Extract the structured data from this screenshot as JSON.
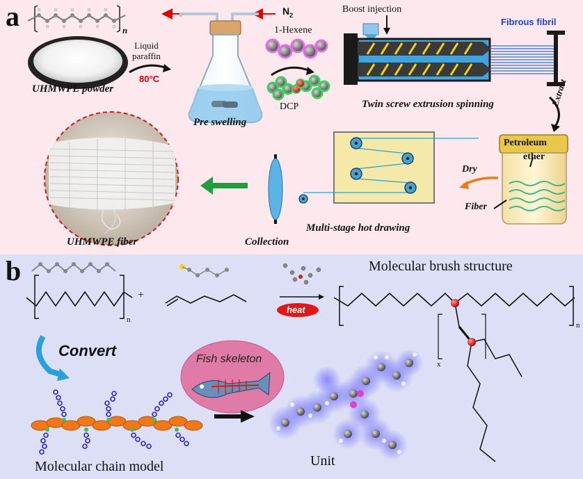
{
  "panel_a": {
    "label": "a",
    "n_subscript": "n",
    "n2": "N",
    "n2_sub": "2",
    "powder": "UHMWPE powder",
    "liquid_paraffin": "Liquid\nparaffin",
    "temperature": "80°C",
    "pre_swelling": "Pre swelling",
    "hexene": "1-Hexene",
    "dcp": "DCP",
    "boost_injection": "Boost injection",
    "fibrous_fibril": "Fibrous fibril",
    "twin_screw": "Twin screw extrusion spinning",
    "extract": "Extract",
    "petroleum": "Petroleum",
    "ether": "ether",
    "dry": "Dry",
    "fiber": "Fiber",
    "hot_drawing": "Multi-stage hot drawing",
    "collection": "Collection",
    "uhmwpe_fiber": "UHMWPE fiber"
  },
  "panel_b": {
    "label": "b",
    "plus": "+",
    "n1": "n",
    "n2": "n",
    "heat": "heat",
    "brush_title": "Molecular brush structure",
    "x": "x",
    "convert": "Convert",
    "fish": "Fish skeleton",
    "chain_model": "Molecular chain model",
    "unit": "Unit"
  },
  "colors": {
    "panel_a_bg": "#fde8ee",
    "panel_b_bg": "#dcdff6",
    "red_text": "#e00000",
    "blue_text": "#1d3fd0",
    "arrow_green": "#1e9e3c",
    "arrow_orange": "#f07818",
    "heat_red": "#e01818"
  }
}
